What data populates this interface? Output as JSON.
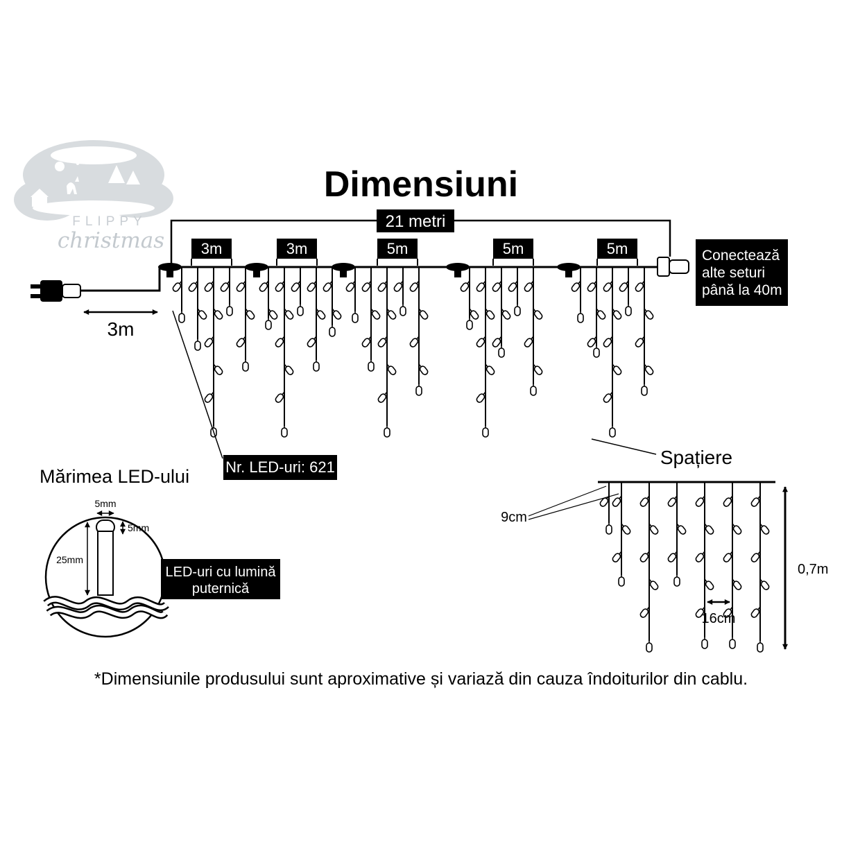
{
  "title": "Dimensiuni",
  "logo": {
    "line1": "FLIPPY",
    "line2": "christmas"
  },
  "main_diagram": {
    "total_length": "21 metri",
    "sections": [
      "3m",
      "3m",
      "5m",
      "5m",
      "5m"
    ],
    "lead_length": "3m",
    "connect_note_lines": [
      "Conectează",
      "alte seturi",
      "până la 40m"
    ],
    "led_count": "Nr. LED-uri: 621"
  },
  "led_size": {
    "heading": "Mărimea LED-ului",
    "bulb_width": "5mm",
    "cap_height": "5mm",
    "bulb_height": "25mm",
    "note_lines": [
      "LED-uri cu lumină",
      "puternică"
    ]
  },
  "spacing": {
    "heading": "Spațiere",
    "drop_spacing": "9cm",
    "bulb_spacing": "16cm",
    "drop_length": "0,7m"
  },
  "footnote": "*Dimensiunile produsului sunt aproximative și variază din cauza îndoiturilor din cablu.",
  "colors": {
    "ink": "#000000",
    "paper": "#ffffff",
    "box_bg": "#000000",
    "box_text": "#ffffff",
    "logo_gray": "#d8dcdf"
  }
}
